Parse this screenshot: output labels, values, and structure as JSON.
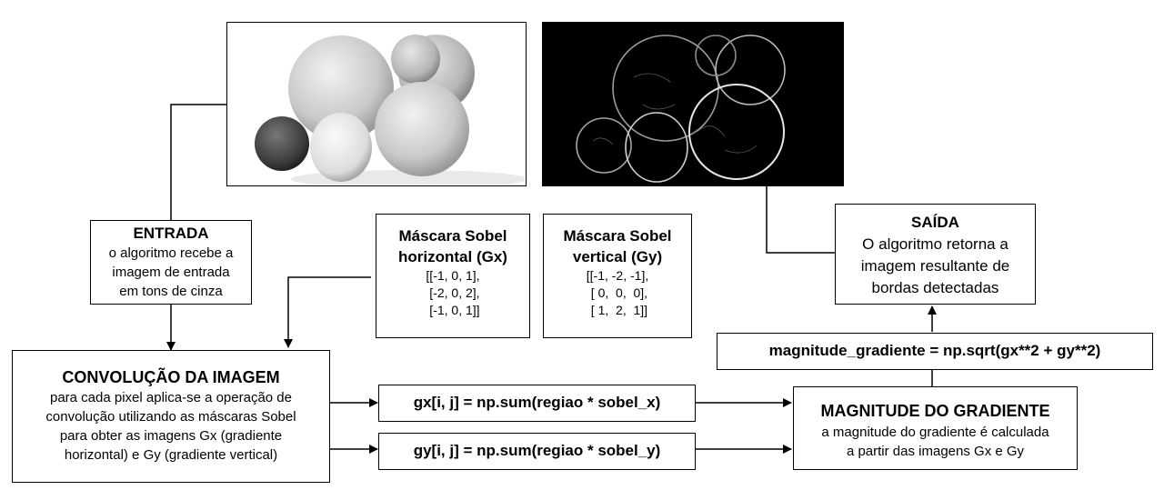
{
  "input_image": {
    "name": "fruits-grayscale"
  },
  "output_image": {
    "name": "fruits-edges"
  },
  "entrada": {
    "title": "ENTRADA",
    "lines": [
      "o algoritmo recebe a",
      "imagem de entrada",
      "em tons de cinza"
    ]
  },
  "mask_gx": {
    "title_lines": [
      "Máscara Sobel",
      "horizontal (Gx)"
    ],
    "rows": [
      "[[-1, 0, 1],",
      " [-2, 0, 2],",
      " [-1, 0, 1]]"
    ]
  },
  "mask_gy": {
    "title_lines": [
      "Máscara Sobel",
      "vertical (Gy)"
    ],
    "rows": [
      "[[-1, -2, -1],",
      " [ 0,  0,  0],",
      " [ 1,  2,  1]]"
    ]
  },
  "saida": {
    "title": "SAÍDA",
    "lines": [
      "O algoritmo retorna a",
      "imagem  resultante de",
      "bordas detectadas"
    ]
  },
  "convolucao": {
    "title": "CONVOLUÇÃO DA IMAGEM",
    "lines": [
      "para cada pixel aplica-se a operação de",
      "convolução utilizando as máscaras Sobel",
      "para obter as imagens Gx (gradiente",
      "horizontal) e Gy (gradiente vertical)"
    ]
  },
  "gx_formula": "gx[i, j] = np.sum(regiao * sobel_x)",
  "gy_formula": "gy[i, j] = np.sum(regiao * sobel_y)",
  "magnitude_formula": "magnitude_gradiente = np.sqrt(gx**2 + gy**2)",
  "magnitude": {
    "title": "MAGNITUDE DO GRADIENTE",
    "lines": [
      "a magnitude do gradiente é calculada",
      "a partir das imagens Gx e Gy"
    ]
  }
}
